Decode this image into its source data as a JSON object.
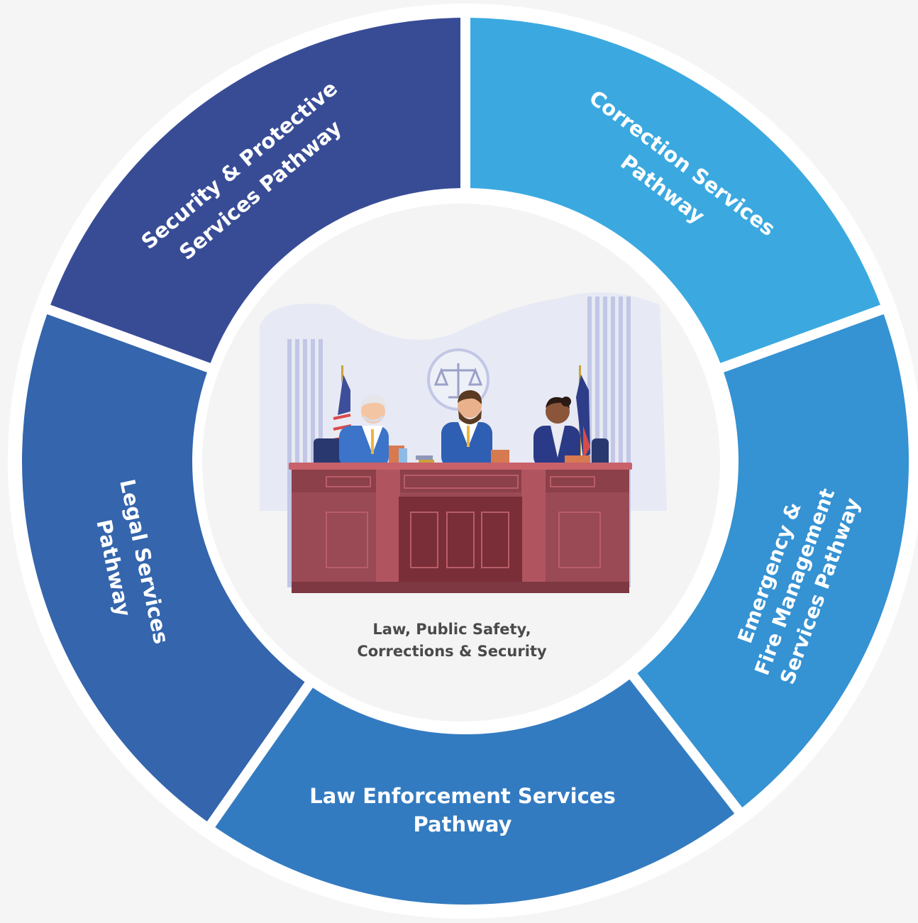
{
  "diagram": {
    "center": {
      "line1": "Law, Public Safety,",
      "line2": "Corrections & Security",
      "illustration": "courtroom-judges-illustration"
    },
    "segments": [
      {
        "id": "security",
        "lines": [
          "Security & Protective",
          "Services  Pathway"
        ],
        "color": "#384c96"
      },
      {
        "id": "correction",
        "lines": [
          "Correction Services",
          "Pathway"
        ],
        "color": "#3ba9e0"
      },
      {
        "id": "emergency",
        "lines": [
          "Emergency &",
          "Fire Management",
          "Services Pathway"
        ],
        "color": "#3592d3"
      },
      {
        "id": "law-enforcement",
        "lines": [
          "Law Enforcement Services",
          "Pathway"
        ],
        "color": "#337bc1"
      },
      {
        "id": "legal",
        "lines": [
          "Legal Services",
          "Pathway"
        ],
        "color": "#3465ad"
      }
    ],
    "colors": {
      "background": "#f5f5f5",
      "ring_bg": "#ffffff",
      "center_fill": "#f4f4f4",
      "caption": "#4a4a4a"
    }
  }
}
